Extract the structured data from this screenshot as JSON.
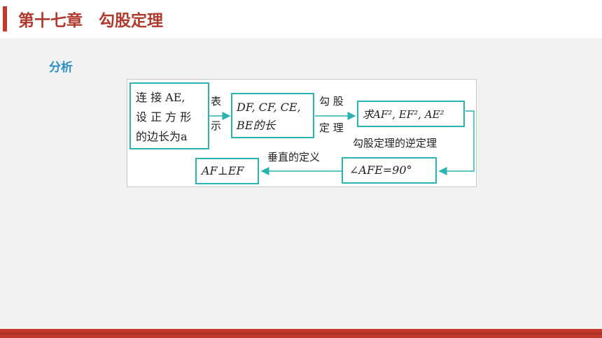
{
  "header": {
    "chapter_title": "第十七章　勾股定理"
  },
  "section": {
    "label": "分析"
  },
  "flow": {
    "node1_lines": [
      "连 接 AE,",
      "设 正 方 形",
      "的边长为a"
    ],
    "arrow1_label_lines": [
      "表",
      "示"
    ],
    "node2_lines": [
      "DF, CF, CE,",
      "BE的长"
    ],
    "arrow2_label_lines": [
      "勾 股",
      "定 理"
    ],
    "node3": "求AF², EF², AE²",
    "arrow3_label": "勾股定理的逆定理",
    "node4": "∠AFE=90°",
    "arrow4_label": "垂直的定义",
    "node5": "AF⊥EF"
  },
  "colors": {
    "accent": "#c0392b",
    "title": "#b03a2e",
    "label": "#2e8fc9",
    "box": "#2ab3b0"
  }
}
